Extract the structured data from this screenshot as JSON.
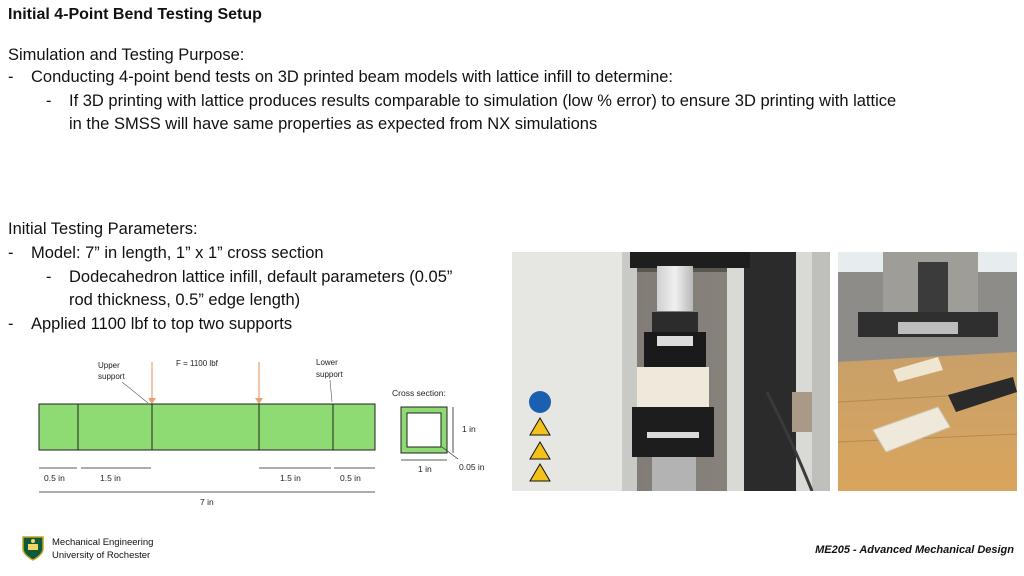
{
  "slide": {
    "title": "Initial 4-Point Bend Testing Setup",
    "purpose": {
      "heading": "Simulation and Testing Purpose:",
      "bullet": "Conducting 4-point bend tests on 3D printed beam models with lattice infill to determine:",
      "sub_line1": "If 3D printing with lattice produces results comparable to simulation (low % error) to ensure 3D printing with lattice",
      "sub_line2": "in the SMSS will have same properties as expected from NX simulations"
    },
    "parameters": {
      "heading": "Initial Testing Parameters:",
      "bullet1": "Model: 7” in length, 1” x 1” cross section",
      "sub_line1": "Dodecahedron lattice infill, default parameters (0.05”",
      "sub_line2": "rod thickness, 0.5” edge length)",
      "bullet2": "Applied 1100 lbf to top two supports"
    },
    "dash": "-"
  },
  "diagram": {
    "force_label": "F = 1100 lbf",
    "upper_support_l1": "Upper",
    "upper_support_l2": "support",
    "lower_support_l1": "Lower",
    "lower_support_l2": "support",
    "dim_left_end": "0.5 in",
    "dim_left_span": "1.5 in",
    "dim_right_span": "1.5 in",
    "dim_right_end": "0.5 in",
    "dim_total": "7 in",
    "cross_section_label": "Cross section:",
    "cs_height": "1 in",
    "cs_width": "1 in",
    "cs_wall": "0.05 in",
    "beam_color": "#8fdb73",
    "arrow_color": "#e8a070"
  },
  "footer": {
    "dept_line1": "Mechanical Engineering",
    "dept_line2": "University of Rochester",
    "course": "ME205 - Advanced Mechanical Design",
    "logo_icon": "university-shield-icon"
  }
}
